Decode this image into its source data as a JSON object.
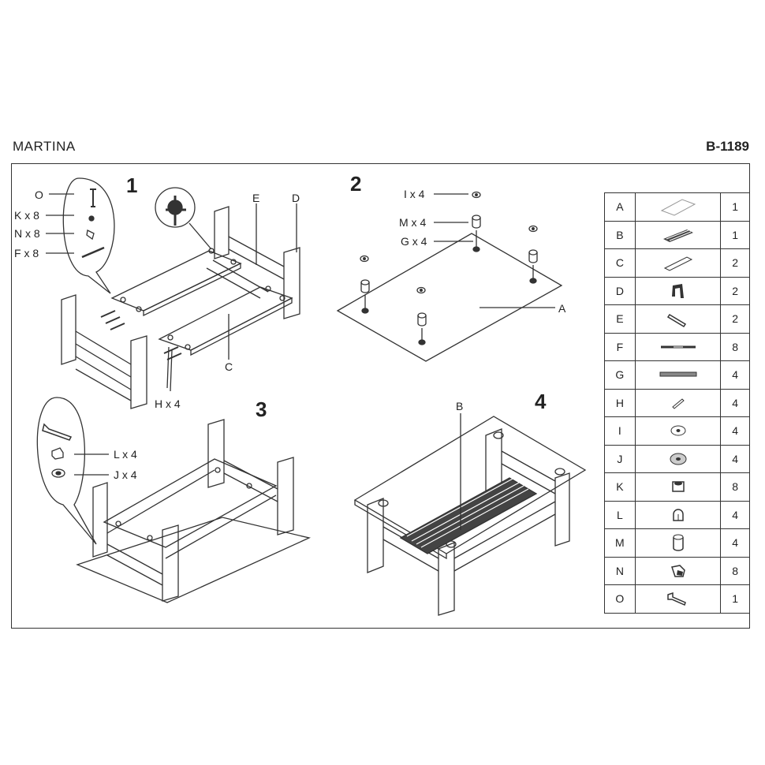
{
  "header": {
    "title": "MARTINA",
    "code": "B-1189"
  },
  "steps": [
    {
      "number": "1",
      "labels": {
        "O": "O",
        "K": "K x 8",
        "N": "N x 8",
        "F": "F x 8",
        "E": "E",
        "D": "D",
        "C": "C",
        "H": "H x 4"
      }
    },
    {
      "number": "2",
      "labels": {
        "I": "I x 4",
        "M": "M x 4",
        "G": "G x 4",
        "A": "A"
      }
    },
    {
      "number": "3",
      "labels": {
        "L": "L x 4",
        "J": "J x 4"
      }
    },
    {
      "number": "4",
      "labels": {
        "B": "B"
      }
    }
  ],
  "parts": [
    {
      "letter": "A",
      "qty": "1",
      "icon": "glass-top-icon"
    },
    {
      "letter": "B",
      "qty": "1",
      "icon": "slatted-shelf-icon"
    },
    {
      "letter": "C",
      "qty": "2",
      "icon": "board-icon"
    },
    {
      "letter": "D",
      "qty": "2",
      "icon": "leg-frame-icon"
    },
    {
      "letter": "E",
      "qty": "2",
      "icon": "rail-icon"
    },
    {
      "letter": "F",
      "qty": "8",
      "icon": "dowel-icon"
    },
    {
      "letter": "G",
      "qty": "4",
      "icon": "rod-icon"
    },
    {
      "letter": "H",
      "qty": "4",
      "icon": "pin-icon"
    },
    {
      "letter": "I",
      "qty": "4",
      "icon": "washer-icon"
    },
    {
      "letter": "J",
      "qty": "4",
      "icon": "washer-large-icon"
    },
    {
      "letter": "K",
      "qty": "8",
      "icon": "nut-icon"
    },
    {
      "letter": "L",
      "qty": "4",
      "icon": "cap-nut-icon"
    },
    {
      "letter": "M",
      "qty": "4",
      "icon": "spacer-icon"
    },
    {
      "letter": "N",
      "qty": "8",
      "icon": "connector-icon"
    },
    {
      "letter": "O",
      "qty": "1",
      "icon": "wrench-icon"
    }
  ]
}
